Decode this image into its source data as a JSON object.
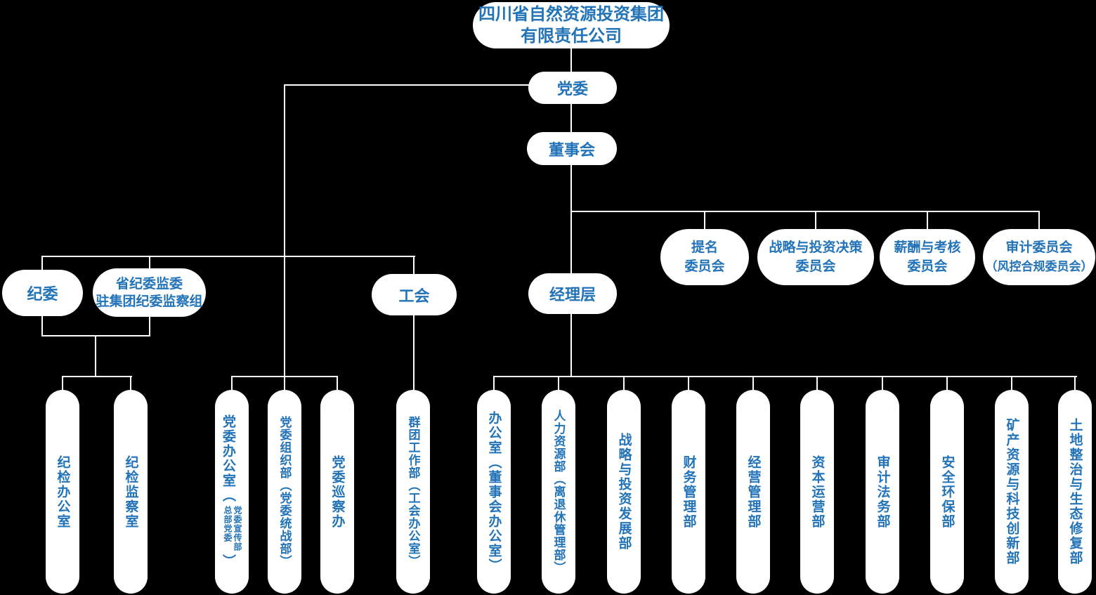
{
  "colors": {
    "background": "#000000",
    "node_bg": "#ffffff",
    "text_blue": "#2273b8",
    "line_white": "#ffffff"
  },
  "root": {
    "line1": "四川省自然资源投资集团",
    "line2": "有限责任公司"
  },
  "governance": {
    "party_committee": "党委",
    "board": "董事会",
    "management": "经理层",
    "union": "工会",
    "discipline_committee": "纪委",
    "provincial_discipline_group_line1": "省纪委监委",
    "provincial_discipline_group_line2": "驻集团纪委监察组"
  },
  "board_committees": [
    {
      "line1": "提名",
      "line2": "委员会"
    },
    {
      "line1": "战略与投资决策",
      "line2": "委员会"
    },
    {
      "line1": "薪酬与考核",
      "line2": "委员会"
    },
    {
      "line1": "审计委员会",
      "line2": "（风控合规委员会）"
    }
  ],
  "departments": [
    {
      "label": "纪检办公室"
    },
    {
      "label": "纪检监察室"
    },
    {
      "label": "党委办公室",
      "paren_open": "（",
      "sub_columns": [
        "党委宣传部",
        "总部党委"
      ],
      "paren_close": "）"
    },
    {
      "label": "党委组织部（党委统战部）"
    },
    {
      "label": "党委巡察办"
    },
    {
      "label": "群团工作部（工会办公室）"
    },
    {
      "label": "办公室（董事会办公室）"
    },
    {
      "label": "人力资源部（离退休管理部）"
    },
    {
      "label": "战略与投资发展部"
    },
    {
      "label": "财务管理部"
    },
    {
      "label": "经营管理部"
    },
    {
      "label": "资本运营部"
    },
    {
      "label": "审计法务部"
    },
    {
      "label": "安全环保部"
    },
    {
      "label": "矿产资源与科技创新部"
    },
    {
      "label": "土地整治与生态修复部"
    }
  ]
}
